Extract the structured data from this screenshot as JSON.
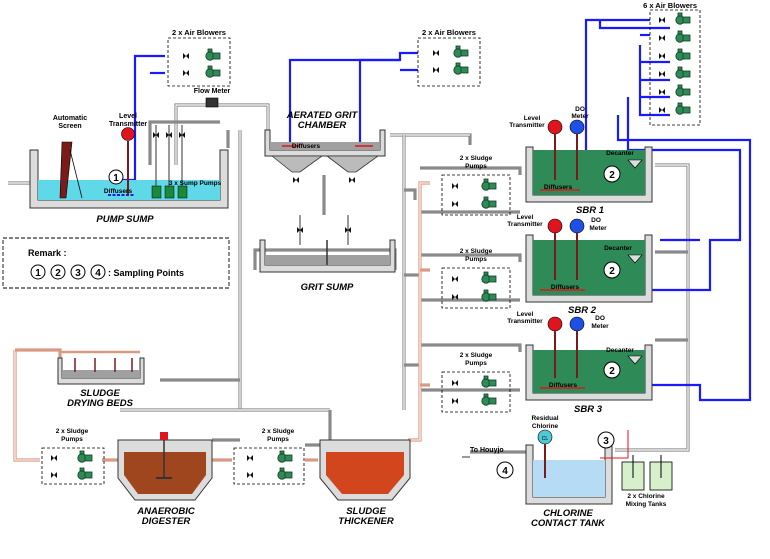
{
  "blowers": {
    "pump_sump_label": "2 x Air Blowers",
    "grit_label": "2 x Air Blowers",
    "sbr_label": "6 x Air Blowers"
  },
  "pump_sump": {
    "title": "PUMP SUMP",
    "screen_label_1": "Automatic",
    "screen_label_2": "Screen",
    "level_label_1": "Level",
    "level_label_2": "Transmitter",
    "diffusers": "Diffusers",
    "pumps": "3 x Sump Pumps",
    "flow_meter": "Flow Meter",
    "sampling_point": "1"
  },
  "grit_chamber": {
    "title_1": "AERATED GRIT",
    "title_2": "CHAMBER",
    "diffusers": "Diffusers"
  },
  "grit_sump": {
    "title": "GRIT SUMP"
  },
  "remark": {
    "title": "Remark :",
    "points": [
      "1",
      "2",
      "3",
      "4"
    ],
    "text": ": Sampling Points"
  },
  "sbrs": [
    {
      "title": "SBR 1",
      "level_1": "Level",
      "level_2": "Transmitter",
      "do_1": "DO",
      "do_2": "Meter",
      "decanter": "Decanter",
      "diffusers": "Diffusers",
      "pumps_1": "2 x Sludge",
      "pumps_2": "Pumps",
      "point": "2"
    },
    {
      "title": "SBR 2",
      "level_1": "Level",
      "level_2": "Transmitter",
      "do_1": "DO",
      "do_2": "Meter",
      "decanter": "Decanter",
      "diffusers": "Diffusers",
      "pumps_1": "2 x Sludge",
      "pumps_2": "Pumps",
      "point": "2"
    },
    {
      "title": "SBR 3",
      "level_1": "Level",
      "level_2": "Transmitter",
      "do_1": "DO",
      "do_2": "Meter",
      "decanter": "Decanter",
      "diffusers": "Diffusers",
      "pumps_1": "2 x Sludge",
      "pumps_2": "Pumps",
      "point": "2"
    }
  ],
  "drying_beds": {
    "title_1": "SLUDGE",
    "title_2": "DRYING BEDS"
  },
  "digester": {
    "title_1": "ANAEROBIC",
    "title_2": "DIGESTER",
    "pumps_left_1": "2 x Sludge",
    "pumps_left_2": "Pumps",
    "pumps_right_1": "2 x Sludge",
    "pumps_right_2": "Pumps"
  },
  "thickener": {
    "title_1": "SLUDGE",
    "title_2": "THICKENER"
  },
  "chlorine": {
    "title_1": "CHLORINE",
    "title_2": "CONTACT TANK",
    "residual_1": "Residual",
    "residual_2": "Chlorine",
    "to_label": "To Houyjo",
    "point_outlet": "4",
    "point_inlet": "3",
    "tanks_1": "2 x Chlorine",
    "tanks_2": "Mixing Tanks",
    "analyzer": "CL"
  },
  "colors": {
    "air_line": "#1a1aff",
    "water_pipe": "#8a8a8a",
    "sludge_pipe": "#d99a84",
    "pump": "#2e8b57",
    "sbr_liquid": "#2e8b57",
    "sump_water": "#5fd8e8",
    "digester_sludge": "#a0461e",
    "thickener_sludge": "#d2461e",
    "chlorine_water": "#b6dcf5",
    "instrument_red": "#e0141e",
    "instrument_blue": "#1e50e6"
  }
}
